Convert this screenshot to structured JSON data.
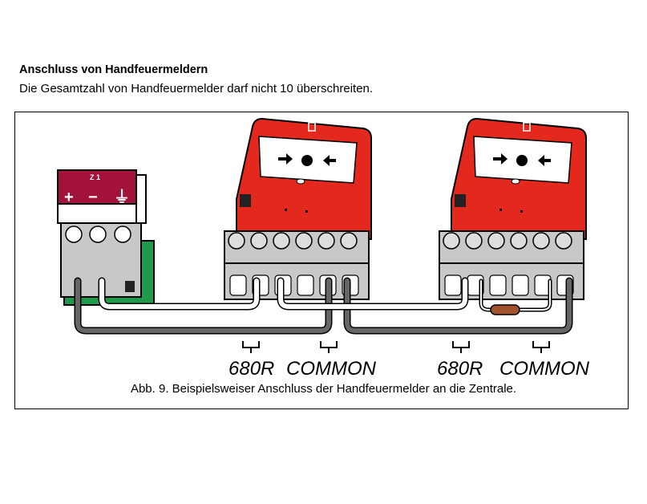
{
  "heading": "Anschluss von Handfeuermeldern",
  "subtitle": "Die Gesamtzahl von Handfeuermelder darf nicht 10 überschreiten.",
  "diagram": {
    "terminal_labels": {
      "plus": "+",
      "zone": "Z 1",
      "minus": "−",
      "ground": "⏚"
    },
    "wire_labels": [
      "680R",
      "COMMON",
      "680R",
      "COMMON"
    ],
    "caption": "Abb. 9. Beispielsweiser Anschluss der Handfeuermelder an die Zentrale.",
    "colors": {
      "detector_red": "#e3281e",
      "terminal_maroon": "#a3123a",
      "pcb_green": "#1f9a4a",
      "terminal_grey": "#c8c8c8",
      "wire_grey": "#666666",
      "resistor_brown": "#a0522d"
    }
  }
}
